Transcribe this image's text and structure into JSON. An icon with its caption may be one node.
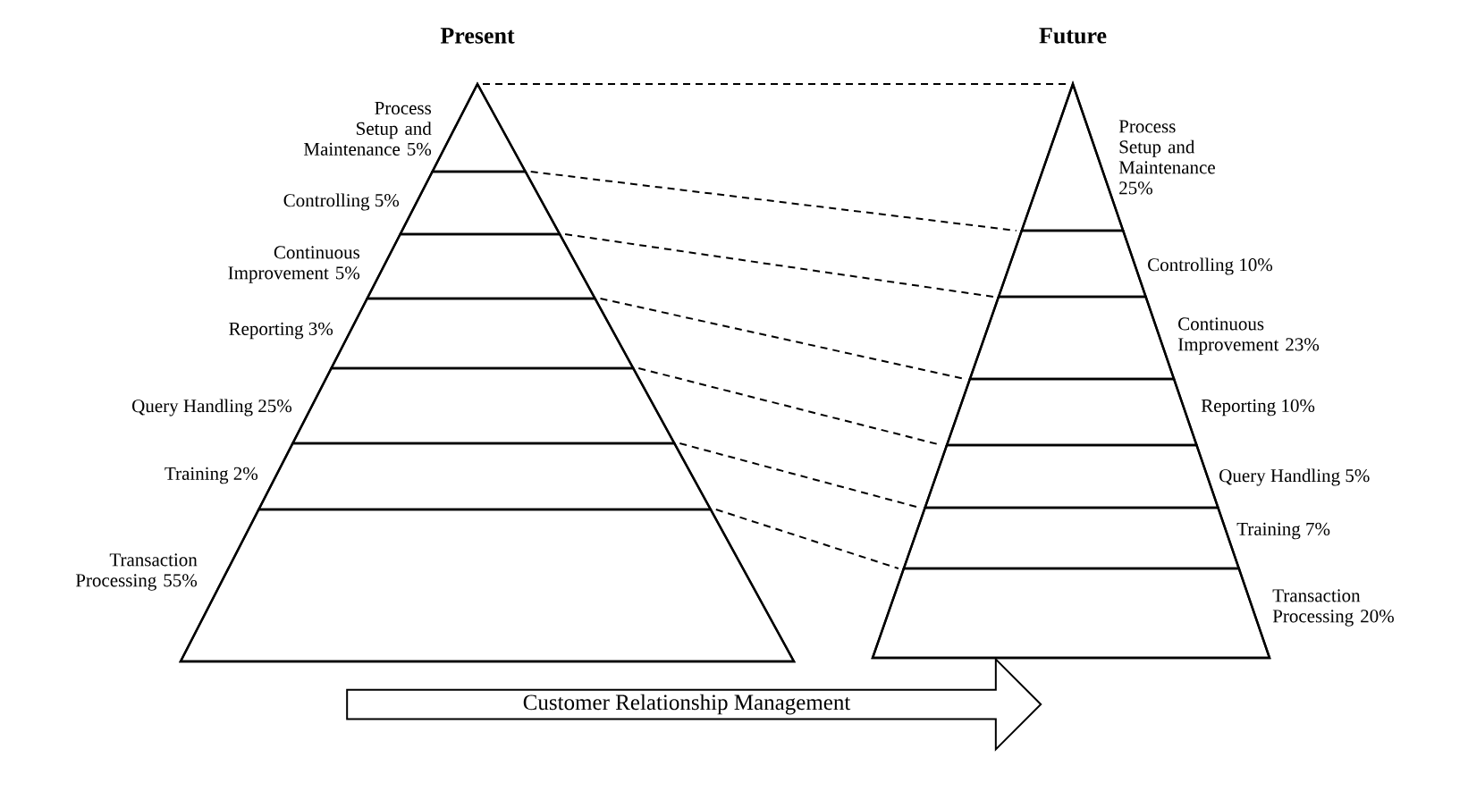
{
  "diagram": {
    "nodes": [
      {
        "text": [
          "Present"
        ]
      },
      {
        "text": [
          "Process Setup and Maintenance 5%"
        ],
        "in": 0
      },
      {
        "text": [
          "Controlling 5%"
        ],
        "in": 0
      },
      {
        "text": [
          "Continuous Improvement 5%"
        ],
        "in": 0
      },
      {
        "text": [
          "Reporting 3%"
        ],
        "in": 0
      },
      {
        "text": [
          "Query Handling 25%"
        ],
        "in": 0
      },
      {
        "text": [
          "Training 2%"
        ],
        "in": 0
      },
      {
        "text": [
          "Transaction Processing 55%"
        ],
        "in": 0
      },
      {
        "text": [
          "Future"
        ]
      },
      {
        "text": [
          "Process Setup and Maintenance 25%"
        ],
        "in": 8
      },
      {
        "text": [
          "Controlling 10%"
        ],
        "in": 8
      },
      {
        "text": [
          "Continuous Improvement 23%"
        ],
        "in": 8
      },
      {
        "text": [
          "Reporting 10%"
        ],
        "in": 8
      },
      {
        "text": [
          "Query Handling 5%"
        ],
        "in": 8
      },
      {
        "text": [
          "Training 7%"
        ],
        "in": 8
      },
      {
        "text": [
          "Transaction Processing 20%"
        ],
        "in": 8
      },
      {
        "text": [
          "Customer Relationship Management"
        ]
      }
    ],
    "edges": [
      {
        "from": 1,
        "to": 9,
        "arrow": "none",
        "style": "dashed"
      },
      {
        "from": 2,
        "to": 10,
        "arrow": "none",
        "style": "dashed"
      },
      {
        "from": 3,
        "to": 11,
        "arrow": "none",
        "style": "dashed"
      },
      {
        "from": 4,
        "to": 12,
        "arrow": "none",
        "style": "dashed"
      },
      {
        "from": 5,
        "to": 13,
        "arrow": "none",
        "style": "dashed"
      },
      {
        "from": 6,
        "to": 14,
        "arrow": "none",
        "style": "dashed"
      },
      {
        "from": 7,
        "to": 15,
        "arrow": "none",
        "style": "dashed"
      }
    ]
  }
}
